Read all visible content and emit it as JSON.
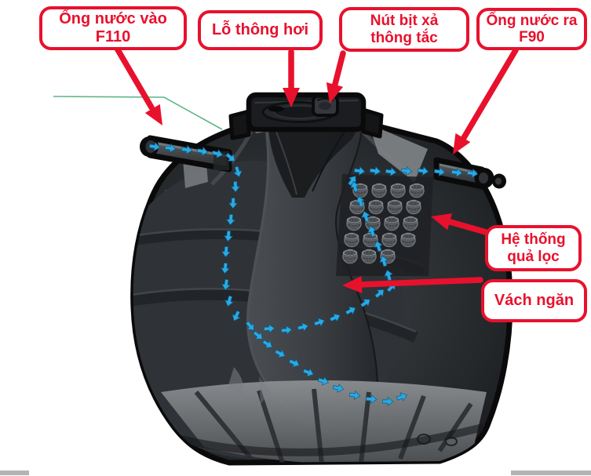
{
  "diagram": {
    "type": "septic-tank-cutaway",
    "description": "Cutaway illustration of a spherical septic tank with labeled parts and blue water-flow arrows"
  },
  "labels": {
    "inlet": {
      "line1": "Ống nước vào",
      "line2": "F110"
    },
    "vent": {
      "line1": "Lỗ thông hơi"
    },
    "plug": {
      "line1": "Nút bịt xả",
      "line2": "thông tắc"
    },
    "outlet": {
      "line1": "Ống nước ra",
      "line2": "F90"
    },
    "filter": {
      "line1": "Hệ thống",
      "line2": "quả lọc"
    },
    "baffle": {
      "line1": "Vách ngăn"
    }
  },
  "colors": {
    "label_red": "#e8112d",
    "flow_blue": "#2ba9e1",
    "flow_blue_edge": "#0a5d8c",
    "leader_green": "#53b183",
    "tank_dark": "#2c2f32",
    "tank_outline": "#0a0a0a"
  },
  "flow_arrows": [
    [
      197,
      187,
      8
    ],
    [
      217,
      189,
      8
    ],
    [
      238,
      191,
      8
    ],
    [
      258,
      193,
      10
    ],
    [
      277,
      196,
      14
    ],
    [
      294,
      201,
      40
    ],
    [
      303,
      219,
      75
    ],
    [
      300,
      238,
      88
    ],
    [
      297,
      259,
      92
    ],
    [
      294,
      280,
      95
    ],
    [
      291,
      301,
      95
    ],
    [
      288,
      321,
      95
    ],
    [
      287,
      342,
      95
    ],
    [
      288,
      363,
      98
    ],
    [
      292,
      384,
      105
    ],
    [
      301,
      403,
      115
    ],
    [
      319,
      416,
      50
    ],
    [
      329,
      428,
      40
    ],
    [
      341,
      439,
      33
    ],
    [
      357,
      451,
      28
    ],
    [
      375,
      463,
      25
    ],
    [
      393,
      475,
      22
    ],
    [
      412,
      486,
      17
    ],
    [
      431,
      495,
      13
    ],
    [
      452,
      504,
      8
    ],
    [
      473,
      509,
      4
    ],
    [
      494,
      512,
      0
    ],
    [
      512,
      506,
      -20
    ],
    [
      343,
      419,
      -4
    ],
    [
      365,
      421,
      -6
    ],
    [
      386,
      417,
      -14
    ],
    [
      407,
      411,
      -20
    ],
    [
      427,
      405,
      -25
    ],
    [
      447,
      396,
      -30
    ],
    [
      466,
      386,
      -36
    ],
    [
      484,
      374,
      -42
    ],
    [
      499,
      366,
      -48
    ],
    [
      495,
      351,
      -105
    ],
    [
      489,
      333,
      -107
    ],
    [
      482,
      314,
      -108
    ],
    [
      474,
      295,
      -108
    ],
    [
      466,
      276,
      -108
    ],
    [
      459,
      257,
      -108
    ],
    [
      452,
      238,
      -108
    ],
    [
      449,
      230,
      -55
    ],
    [
      458,
      218,
      8
    ],
    [
      478,
      218,
      8
    ],
    [
      498,
      219,
      8
    ],
    [
      518,
      218,
      8
    ],
    [
      539,
      218,
      8
    ],
    [
      560,
      219,
      8
    ],
    [
      582,
      220,
      8
    ],
    [
      602,
      221,
      8
    ]
  ]
}
